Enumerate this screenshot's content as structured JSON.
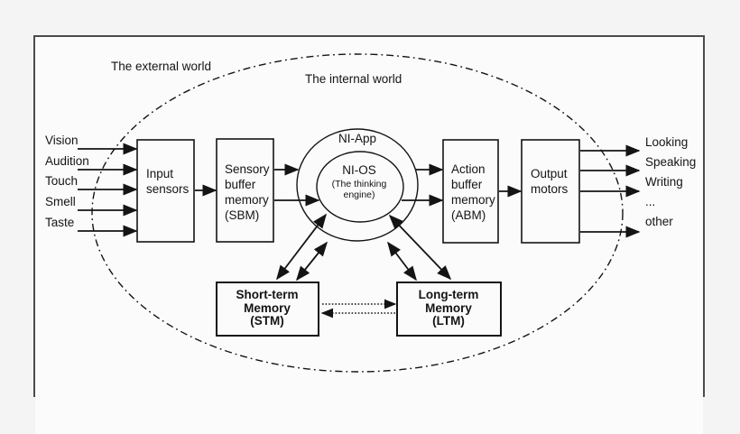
{
  "regions": {
    "external_world_label": "The external world",
    "internal_world_label": "The internal world"
  },
  "inputs": {
    "labels": [
      "Vision",
      "Audition",
      "Touch",
      "Smell",
      "Taste"
    ]
  },
  "outputs": {
    "labels": [
      "Looking",
      "Speaking",
      "Writing",
      "...",
      "other"
    ]
  },
  "boxes": {
    "input_sensors": {
      "lines": [
        "Input",
        "sensors"
      ]
    },
    "sbm": {
      "lines": [
        "Sensory",
        "buffer",
        "memory",
        "(SBM)"
      ]
    },
    "abm": {
      "lines": [
        "Action",
        "buffer",
        "memory",
        "(ABM)"
      ]
    },
    "output_motors": {
      "lines": [
        "Output",
        "motors"
      ]
    },
    "stm": {
      "lines": [
        "Short-term",
        "Memory",
        "(STM)"
      ]
    },
    "ltm": {
      "lines": [
        "Long-term",
        "Memory",
        "(LTM)"
      ]
    }
  },
  "core": {
    "app_label": "NI-App",
    "os_label": "NI-OS",
    "os_sub_lines": [
      "(The thinking",
      "engine)"
    ]
  },
  "colors": {
    "line": "#141414",
    "frame_border": "#4b4b4b",
    "page_background": "#f4f4f4",
    "canvas_background": "#fbfbfb"
  }
}
